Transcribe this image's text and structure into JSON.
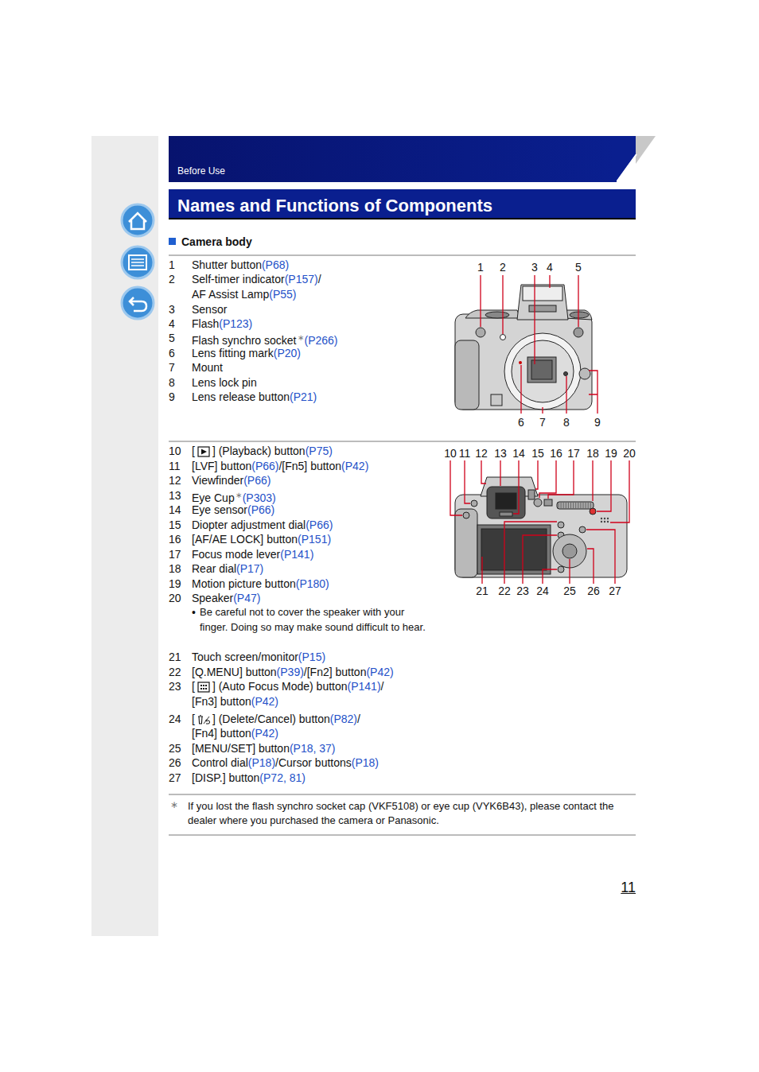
{
  "diagram": {
    "title": "Names and Functions of Components",
    "nodes": [
      {
        "text": [
          "Before Use"
        ]
      }
    ],
    "labels": [
      "Camera body",
      "1",
      "Shutter button",
      "(P68)",
      "2",
      "Self-timer indicator",
      "(P157)",
      "/",
      "AF Assist Lamp",
      "(P55)",
      "3",
      "Sensor",
      "4",
      "Flash",
      "(P123)",
      "5",
      "Flash synchro socket",
      "∗",
      "(P266)",
      "6",
      "Lens fitting mark",
      "(P20)",
      "7",
      "Mount",
      "8",
      "Lens lock pin",
      "9",
      "Lens release button",
      "(P21)",
      "1",
      "2",
      "3",
      "4",
      "5",
      "6",
      "7",
      "8",
      "9",
      "10",
      "[",
      "] (Playback) button",
      "(P75)",
      "11",
      "[LVF] button",
      "(P66)",
      "/[Fn5] button",
      "(P42)",
      "12",
      "Viewfinder",
      "(P66)",
      "13",
      "Eye Cup",
      "∗",
      "(P303)",
      "14",
      "Eye sensor",
      "(P66)",
      "15",
      "Diopter adjustment dial",
      "(P66)",
      "16",
      "[AF/AE LOCK] button",
      "(P151)",
      "17",
      "Focus mode lever",
      "(P141)",
      "18",
      "Rear dial",
      "(P17)",
      "19",
      "Motion picture button",
      "(P180)",
      "20",
      "Speaker",
      "(P47)",
      "•",
      "Be careful not to cover the speaker with your finger. Doing so may make sound difficult to hear.",
      "21",
      "Touch screen/monitor",
      "(P15)",
      "22",
      "[Q.MENU] button",
      "(P39)",
      "/[Fn2] button",
      "(P42)",
      "23",
      "[",
      "] (Auto Focus Mode) button",
      "(P141)",
      "/",
      "[Fn3] button",
      "(P42)",
      "24",
      "[",
      "] (Delete/Cancel) button",
      "(P82)",
      "/",
      "[Fn4] button",
      "(P42)",
      "25",
      "[MENU/SET] button",
      "(P18, 37)",
      "26",
      "Control dial",
      "(P18)",
      "/Cursor buttons",
      "(P18)",
      "27",
      "[DISP.] button",
      "(P72, 81)",
      "10",
      "11",
      "12",
      "13",
      "14",
      "15",
      "16",
      "17",
      "18",
      "19",
      "20",
      "21",
      "22",
      "23",
      "24",
      "25",
      "26",
      "27",
      "∗",
      "If you lost the flash synchro socket cap (VKF5108) or eye cup (VYK6B43), please contact the dealer where you purchased the camera or Panasonic.",
      "11"
    ]
  }
}
